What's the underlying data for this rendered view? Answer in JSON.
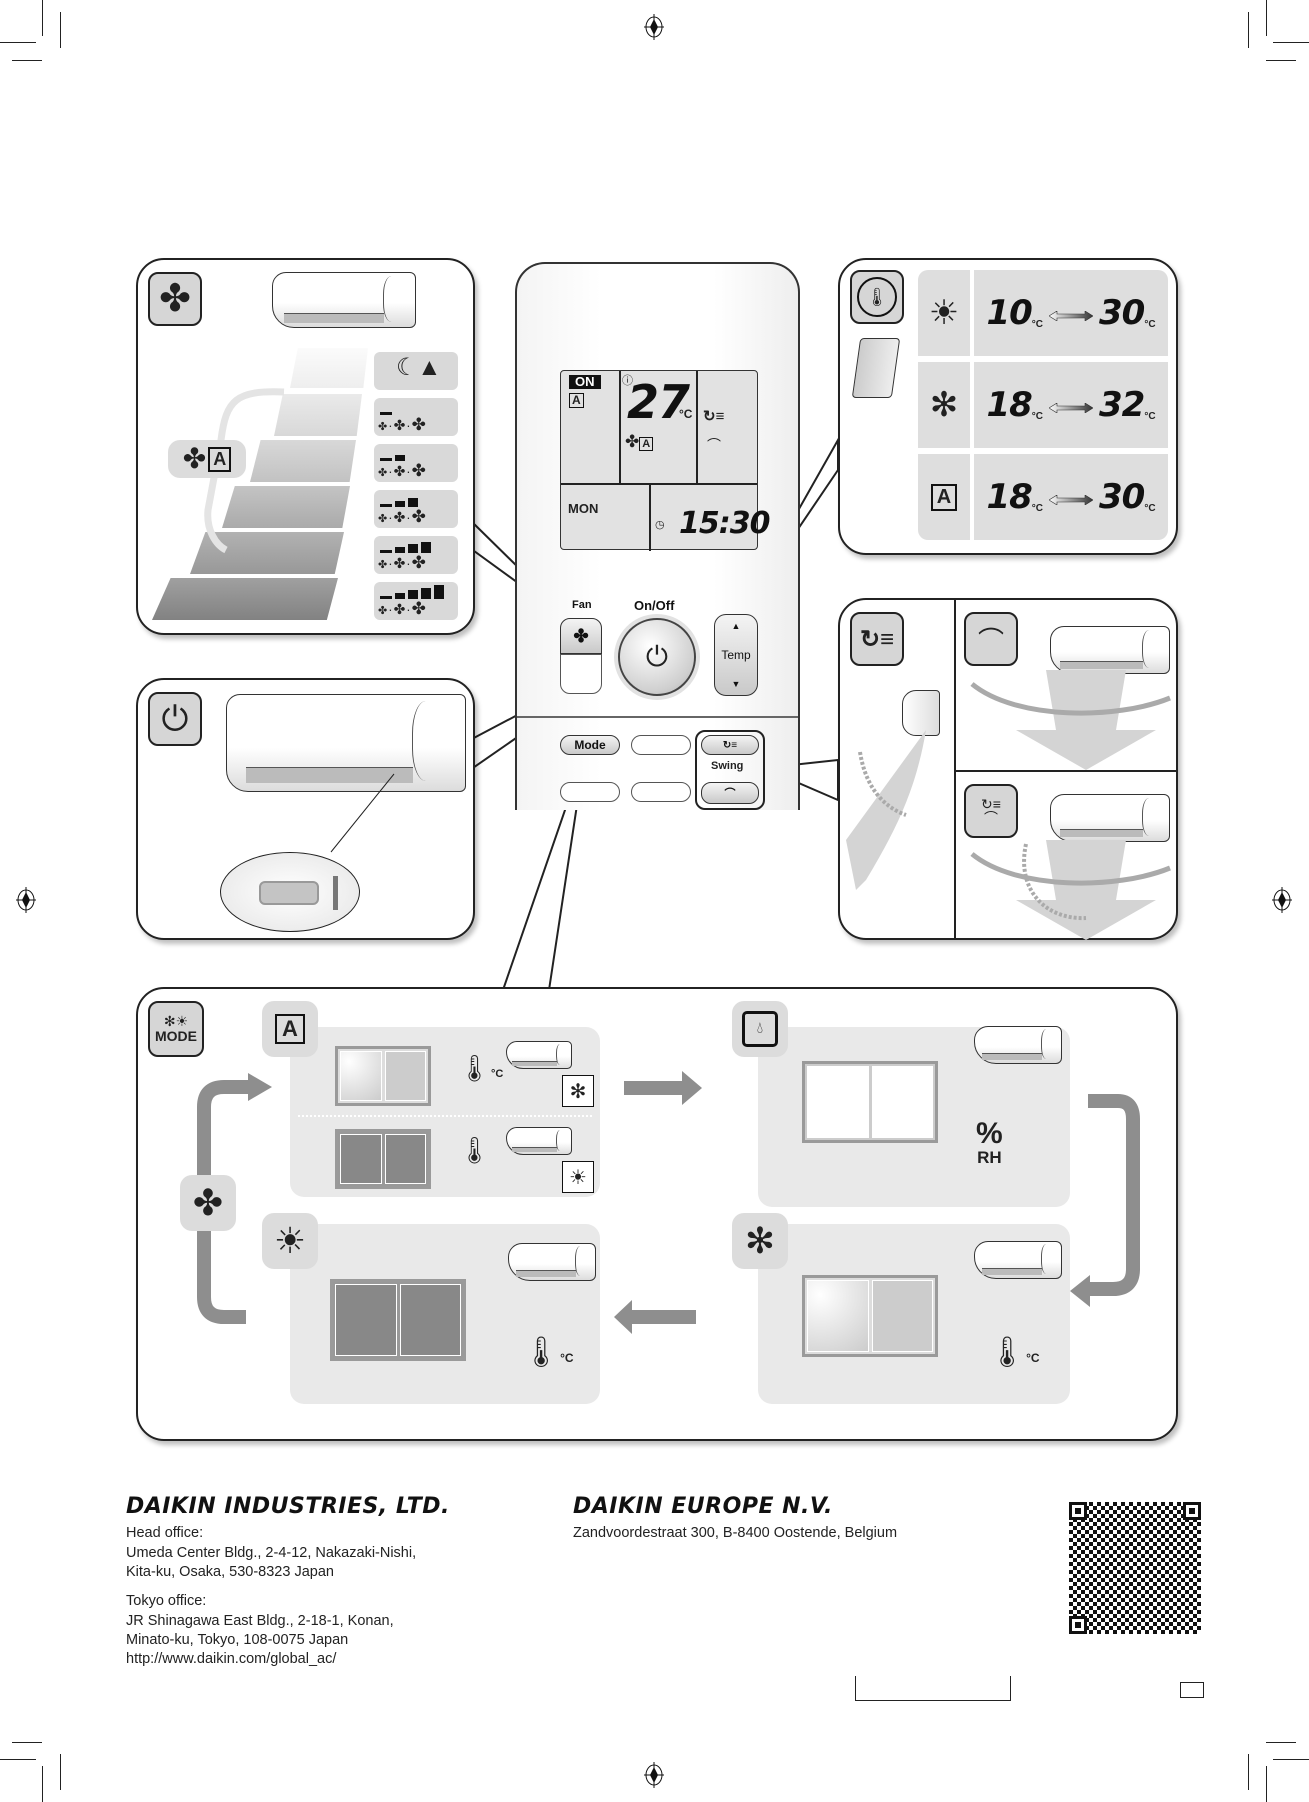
{
  "remote": {
    "lcd": {
      "power_badge": "ON",
      "set_temperature": "27",
      "temp_unit": "°C",
      "day": "MON",
      "time": "15:30",
      "icons": [
        "auto-mode-icon",
        "thermometer-icon",
        "fan-auto-icon",
        "vertical-swing-icon",
        "horizontal-swing-icon",
        "clock-icon"
      ]
    },
    "buttons": {
      "fan": "Fan",
      "on_off": "On/Off",
      "temp": "Temp",
      "temp_up": "▲",
      "temp_down": "▼",
      "mode": "Mode",
      "swing": "Swing"
    }
  },
  "fan_panel": {
    "icon": "fan-icon",
    "auto_label_icon": "fan-auto-icon",
    "auto_label": "A",
    "levels": [
      {
        "name": "quiet",
        "icon": "night-quiet-icon",
        "bars": 0
      },
      {
        "name": "level-1",
        "bars": 1
      },
      {
        "name": "level-2",
        "bars": 2
      },
      {
        "name": "level-3",
        "bars": 3
      },
      {
        "name": "level-4",
        "bars": 4
      },
      {
        "name": "level-5",
        "bars": 5
      }
    ]
  },
  "temperature_panel": {
    "icon": "thermometer-icon",
    "rows": [
      {
        "mode": "heat",
        "icon": "sun-icon",
        "min": "10",
        "max": "30",
        "unit": "°C"
      },
      {
        "mode": "cool",
        "icon": "snowflake-icon",
        "min": "18",
        "max": "32",
        "unit": "°C"
      },
      {
        "mode": "auto",
        "icon": "auto-mode-icon",
        "min": "18",
        "max": "30",
        "unit": "°C"
      }
    ]
  },
  "power_panel": {
    "icon": "power-icon"
  },
  "swing_panel": {
    "vertical_icon": "vertical-swing-icon",
    "horizontal_icon": "horizontal-swing-icon",
    "combined_icon": "3d-swing-icon"
  },
  "mode_panel": {
    "mode_badge": "MODE",
    "modes": [
      {
        "name": "auto",
        "label": "A",
        "unit_badges": [
          "snowflake-icon",
          "sun-icon"
        ]
      },
      {
        "name": "dry",
        "text": "%",
        "subtext": "RH"
      },
      {
        "name": "cool",
        "temp_unit": "°C"
      },
      {
        "name": "heat",
        "temp_unit": "°C"
      },
      {
        "name": "fan"
      }
    ],
    "auto_temp_unit": "°C"
  },
  "footer": {
    "company_jp": "DAIKIN INDUSTRIES, LTD.",
    "head_office_label": "Head office:",
    "head_office_address": "Umeda Center Bldg., 2-4-12, Nakazaki-Nishi,\nKita-ku, Osaka, 530-8323 Japan",
    "tokyo_office_label": "Tokyo office:",
    "tokyo_office_address": "JR Shinagawa East Bldg., 2-18-1, Konan,\nMinato-ku, Tokyo, 108-0075 Japan\nhttp://www.daikin.com/global_ac/",
    "company_eu": "DAIKIN EUROPE N.V.",
    "eu_address": "Zandvoordestraat 300, B-8400 Oostende, Belgium"
  }
}
